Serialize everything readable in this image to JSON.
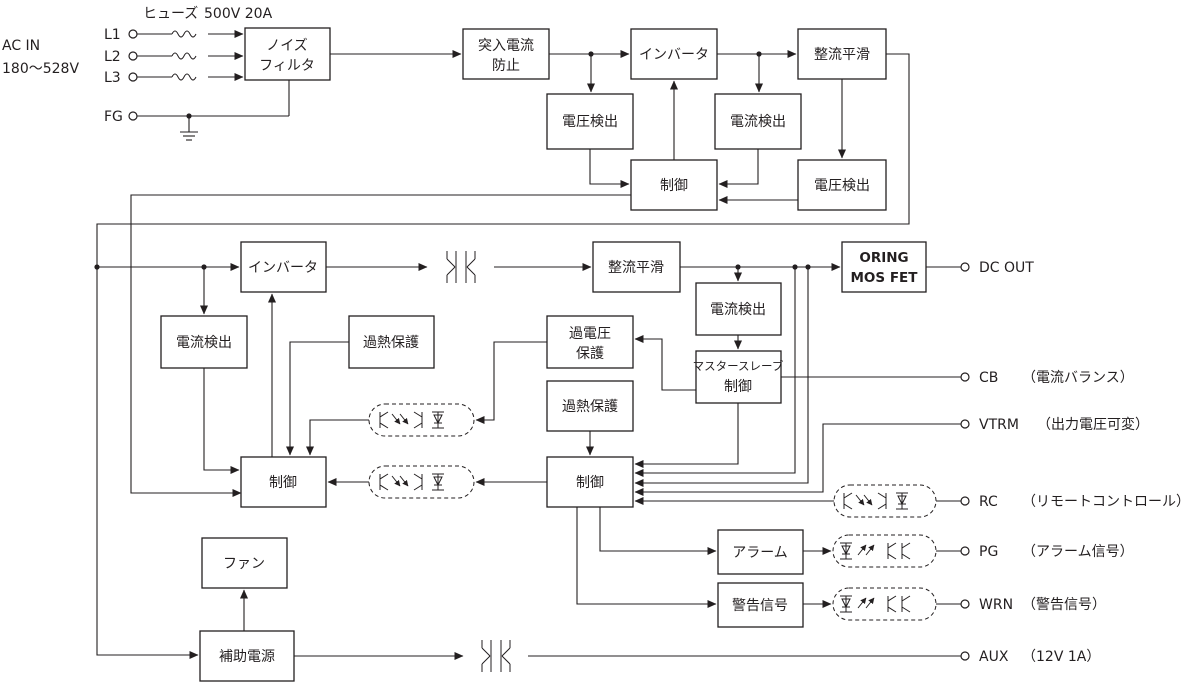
{
  "input": {
    "fuse_label": "ヒューズ",
    "fuse_rating": "500V 20A",
    "ac_in": "AC IN",
    "ac_range": "180〜528V",
    "l1": "L1",
    "l2": "L2",
    "l3": "L3",
    "fg": "FG"
  },
  "blocks": {
    "noise_filter_1": "ノイズ",
    "noise_filter_2": "フィルタ",
    "inrush_1": "突入電流",
    "inrush_2": "防止",
    "inverter_primary": "インバータ",
    "rectifier_primary": "整流平滑",
    "voltage_detect_1": "電圧検出",
    "current_detect_1": "電流検出",
    "control_primary": "制御",
    "voltage_detect_2": "電圧検出",
    "inverter_main": "インバータ",
    "rectifier_main": "整流平滑",
    "oring_1": "ORING",
    "oring_2": "MOS FET",
    "current_detect_left": "電流検出",
    "overheat_left": "過熱保護",
    "overvoltage_1": "過電圧",
    "overvoltage_2": "保護",
    "current_detect_right": "電流検出",
    "master_slave_1": "マスタースレーブ",
    "master_slave_2": "制御",
    "overheat_right": "過熱保護",
    "control_left": "制御",
    "control_right": "制御",
    "alarm": "アラーム",
    "warning": "警告信号",
    "fan": "ファン",
    "aux_power": "補助電源"
  },
  "outputs": {
    "dc_out": "DC OUT",
    "cb": "CB",
    "cb_note": "（電流バランス）",
    "vtrm": "VTRM",
    "vtrm_note": "（出力電圧可変）",
    "rc": "RC",
    "rc_note": "（リモートコントロール）",
    "pg": "PG",
    "pg_note": "（アラーム信号）",
    "wrn": "WRN",
    "wrn_note": "（警告信号）",
    "aux": "AUX",
    "aux_note": "（12V  1A）"
  }
}
